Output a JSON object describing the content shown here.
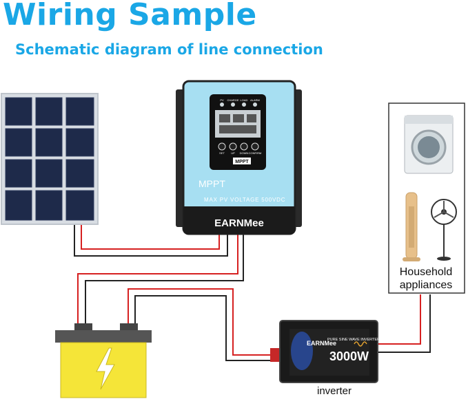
{
  "header": {
    "title": "Wiring Sample",
    "subtitle": "Schematic diagram of line connection"
  },
  "controller": {
    "model_label": "MPPT",
    "voltage_label": "MAX PV VOLTAGE 500VDC",
    "brand": "EARNMee",
    "indicators": [
      "PV",
      "CHARGE",
      "LOAD",
      "ALARM"
    ],
    "buttons": [
      "SET",
      "UP",
      "DOWN",
      "CONFIRM"
    ],
    "badge": "MPPT"
  },
  "inverter": {
    "brand": "EARNMee",
    "banner": "PURE SINE WAVE INVERTER",
    "power": "3000W",
    "label": "inverter"
  },
  "appliances": {
    "label_line1": "Household",
    "label_line2": "appliances"
  },
  "colors": {
    "title": "#1aa7e6",
    "controller_face": "#a7dff2",
    "wire_positive": "#d62020",
    "wire_negative": "#222222",
    "battery_body": "#f5e538",
    "battery_top": "#555555"
  }
}
